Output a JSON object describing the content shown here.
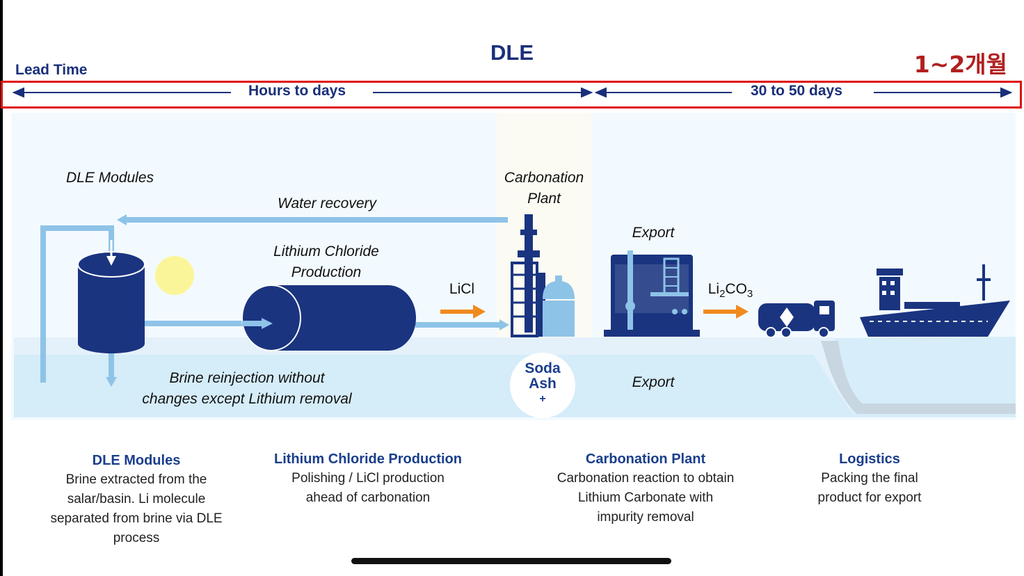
{
  "header": {
    "title": "DLE",
    "lead_time_label": "Lead Time",
    "korean_note": "1~2개월"
  },
  "timeline": {
    "segment1": "Hours to days",
    "segment2": "30 to 50 days"
  },
  "labels": {
    "dle_modules": "DLE Modules",
    "water_recovery": "Water recovery",
    "licl_production_1": "Lithium Chloride",
    "licl_production_2": "Production",
    "licl": "LiCl",
    "carbonation_1": "Carbonation",
    "carbonation_2": "Plant",
    "export_top": "Export",
    "export_bottom": "Export",
    "li2co3_li": "Li",
    "li2co3_sub1": "2",
    "li2co3_co": "CO",
    "li2co3_sub2": "3",
    "brine_1": "Brine reinjection without",
    "brine_2": "changes  except  Lithium removal",
    "soda_1": "Soda",
    "soda_2": "Ash",
    "soda_plus": "+"
  },
  "captions": [
    {
      "title": "DLE Modules",
      "lines": [
        "Brine extracted from the",
        "salar/basin. Li molecule",
        "separated from brine via DLE",
        "process"
      ]
    },
    {
      "title": "Lithium Chloride Production",
      "lines": [
        "Polishing / LiCl production",
        "ahead of carbonation"
      ]
    },
    {
      "title": "Carbonation Plant",
      "lines": [
        "Carbonation reaction to obtain",
        "Lithium Carbonate with",
        "impurity removal"
      ]
    },
    {
      "title": "Logistics",
      "lines": [
        "Packing the final",
        "product for export"
      ]
    }
  ],
  "colors": {
    "navy": "#1a3480",
    "light_blue": "#8ec3e8",
    "orange": "#f08a1e",
    "red_box": "#e01010"
  }
}
